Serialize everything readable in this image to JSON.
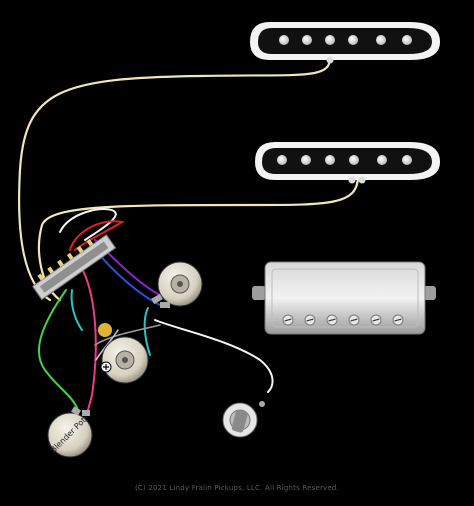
{
  "diagram": {
    "background": "#000000",
    "components": {
      "neck_pickup": "single-coil pickup",
      "middle_pickup": "single-coil pickup",
      "bridge_pickup": "humbucker pickup",
      "selector": "5-way selector switch",
      "volume_pot": "potentiometer",
      "tone_pot": "potentiometer",
      "blender_pot": "potentiometer",
      "jack": "output jack",
      "capacitor": "tone capacitor"
    },
    "labels": {
      "blender_pot": "Blender Pot",
      "copyright": "(C) 2021 Lindy Fralin Pickups, LLC. All Rights Reserved."
    },
    "wire_colors": {
      "cream": "#f1e6b8",
      "white": "#f4f4f4",
      "red": "#e02020",
      "blue": "#2a4fe0",
      "purple": "#8a24d0",
      "pink": "#ee3a8c",
      "teal": "#26c6c0",
      "green": "#46d146",
      "cap": "#e0b236"
    }
  }
}
